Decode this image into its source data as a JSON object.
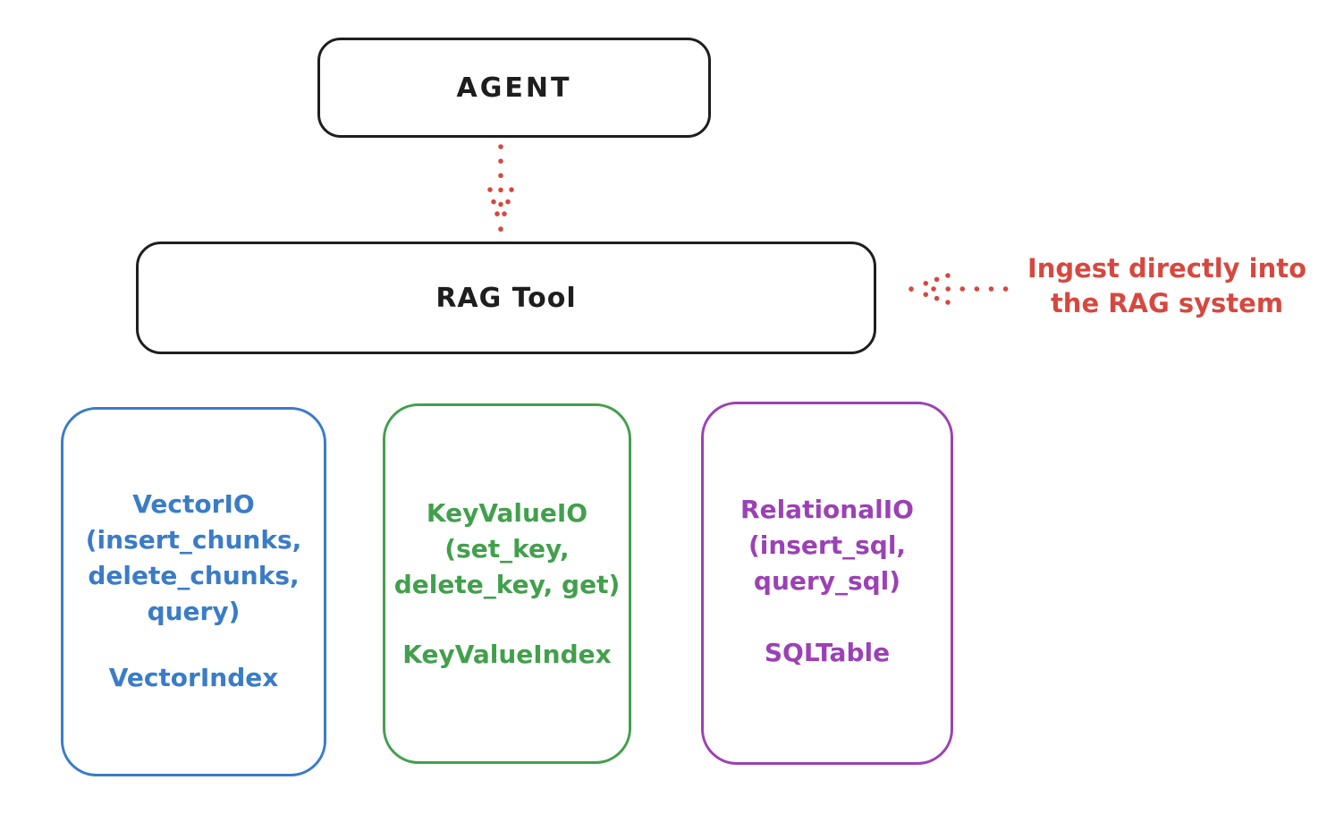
{
  "colors": {
    "ink": "#1e1e1e",
    "red": "#d6483f",
    "blue": "#3a7cc7",
    "green": "#42a04c",
    "purple": "#9c41b5",
    "background": "#ffffff"
  },
  "agent": {
    "label": "AGENT"
  },
  "rag_tool": {
    "label": "RAG Tool"
  },
  "annotation": {
    "line1": "Ingest directly into",
    "line2": "the RAG system"
  },
  "arrows": [
    {
      "name": "agent-to-rag-tool",
      "style": "dotted",
      "direction": "down",
      "color": "#d6483f"
    },
    {
      "name": "ingest-into-rag-tool",
      "style": "dotted",
      "direction": "left",
      "color": "#d6483f"
    }
  ],
  "io_boxes": [
    {
      "title": "VectorIO",
      "params": [
        "(insert_chunks,",
        "delete_chunks,",
        "query)"
      ],
      "index_class": "VectorIndex",
      "color": "#3a7cc7"
    },
    {
      "title": "KeyValueIO",
      "params": [
        "(set_key,",
        "delete_key, get)"
      ],
      "index_class": "KeyValueIndex",
      "color": "#42a04c"
    },
    {
      "title": "RelationalIO",
      "params": [
        "(insert_sql,",
        "query_sql)"
      ],
      "index_class": "SQLTable",
      "color": "#9c41b5"
    }
  ]
}
